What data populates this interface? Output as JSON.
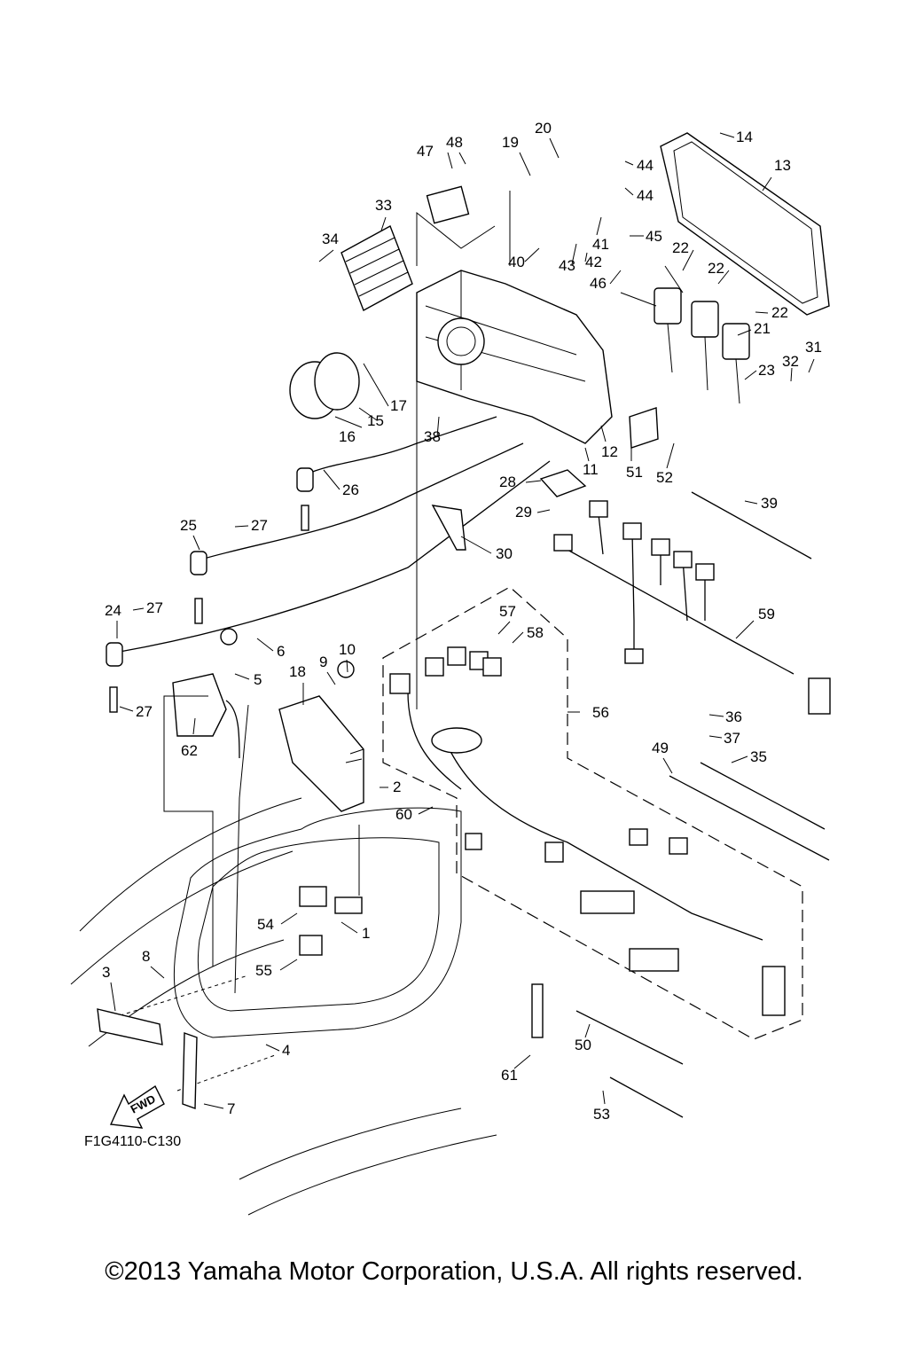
{
  "diagram": {
    "figure_code": "F1G4110-C130",
    "fwd_label": "FWD",
    "callouts": [
      {
        "id": "c1",
        "text": "1"
      },
      {
        "id": "c2",
        "text": "2"
      },
      {
        "id": "c3",
        "text": "3"
      },
      {
        "id": "c4",
        "text": "4"
      },
      {
        "id": "c5",
        "text": "5"
      },
      {
        "id": "c6",
        "text": "6"
      },
      {
        "id": "c7",
        "text": "7"
      },
      {
        "id": "c8",
        "text": "8"
      },
      {
        "id": "c9",
        "text": "9"
      },
      {
        "id": "c10",
        "text": "10"
      },
      {
        "id": "c11",
        "text": "11"
      },
      {
        "id": "c12",
        "text": "12"
      },
      {
        "id": "c13",
        "text": "13"
      },
      {
        "id": "c14",
        "text": "14"
      },
      {
        "id": "c15",
        "text": "15"
      },
      {
        "id": "c16",
        "text": "16"
      },
      {
        "id": "c17",
        "text": "17"
      },
      {
        "id": "c18",
        "text": "18"
      },
      {
        "id": "c19",
        "text": "19"
      },
      {
        "id": "c20",
        "text": "20"
      },
      {
        "id": "c21",
        "text": "21"
      },
      {
        "id": "c22a",
        "text": "22"
      },
      {
        "id": "c22b",
        "text": "22"
      },
      {
        "id": "c22c",
        "text": "22"
      },
      {
        "id": "c23",
        "text": "23"
      },
      {
        "id": "c24",
        "text": "24"
      },
      {
        "id": "c25",
        "text": "25"
      },
      {
        "id": "c26",
        "text": "26"
      },
      {
        "id": "c27a",
        "text": "27"
      },
      {
        "id": "c27b",
        "text": "27"
      },
      {
        "id": "c27c",
        "text": "27"
      },
      {
        "id": "c28",
        "text": "28"
      },
      {
        "id": "c29",
        "text": "29"
      },
      {
        "id": "c30",
        "text": "30"
      },
      {
        "id": "c31",
        "text": "31"
      },
      {
        "id": "c32",
        "text": "32"
      },
      {
        "id": "c33",
        "text": "33"
      },
      {
        "id": "c34",
        "text": "34"
      },
      {
        "id": "c35",
        "text": "35"
      },
      {
        "id": "c36",
        "text": "36"
      },
      {
        "id": "c37",
        "text": "37"
      },
      {
        "id": "c38",
        "text": "38"
      },
      {
        "id": "c39",
        "text": "39"
      },
      {
        "id": "c40",
        "text": "40"
      },
      {
        "id": "c41",
        "text": "41"
      },
      {
        "id": "c42",
        "text": "42"
      },
      {
        "id": "c43",
        "text": "43"
      },
      {
        "id": "c44a",
        "text": "44"
      },
      {
        "id": "c44b",
        "text": "44"
      },
      {
        "id": "c45",
        "text": "45"
      },
      {
        "id": "c46",
        "text": "46"
      },
      {
        "id": "c47",
        "text": "47"
      },
      {
        "id": "c48",
        "text": "48"
      },
      {
        "id": "c49",
        "text": "49"
      },
      {
        "id": "c50",
        "text": "50"
      },
      {
        "id": "c51",
        "text": "51"
      },
      {
        "id": "c52",
        "text": "52"
      },
      {
        "id": "c53",
        "text": "53"
      },
      {
        "id": "c54",
        "text": "54"
      },
      {
        "id": "c55",
        "text": "55"
      },
      {
        "id": "c56",
        "text": "56"
      },
      {
        "id": "c57",
        "text": "57"
      },
      {
        "id": "c58",
        "text": "58"
      },
      {
        "id": "c59",
        "text": "59"
      },
      {
        "id": "c60",
        "text": "60"
      },
      {
        "id": "c61",
        "text": "61"
      },
      {
        "id": "c62",
        "text": "62"
      }
    ]
  },
  "footer": {
    "copyright": "©2013 Yamaha Motor Corporation, U.S.A. All rights reserved."
  }
}
